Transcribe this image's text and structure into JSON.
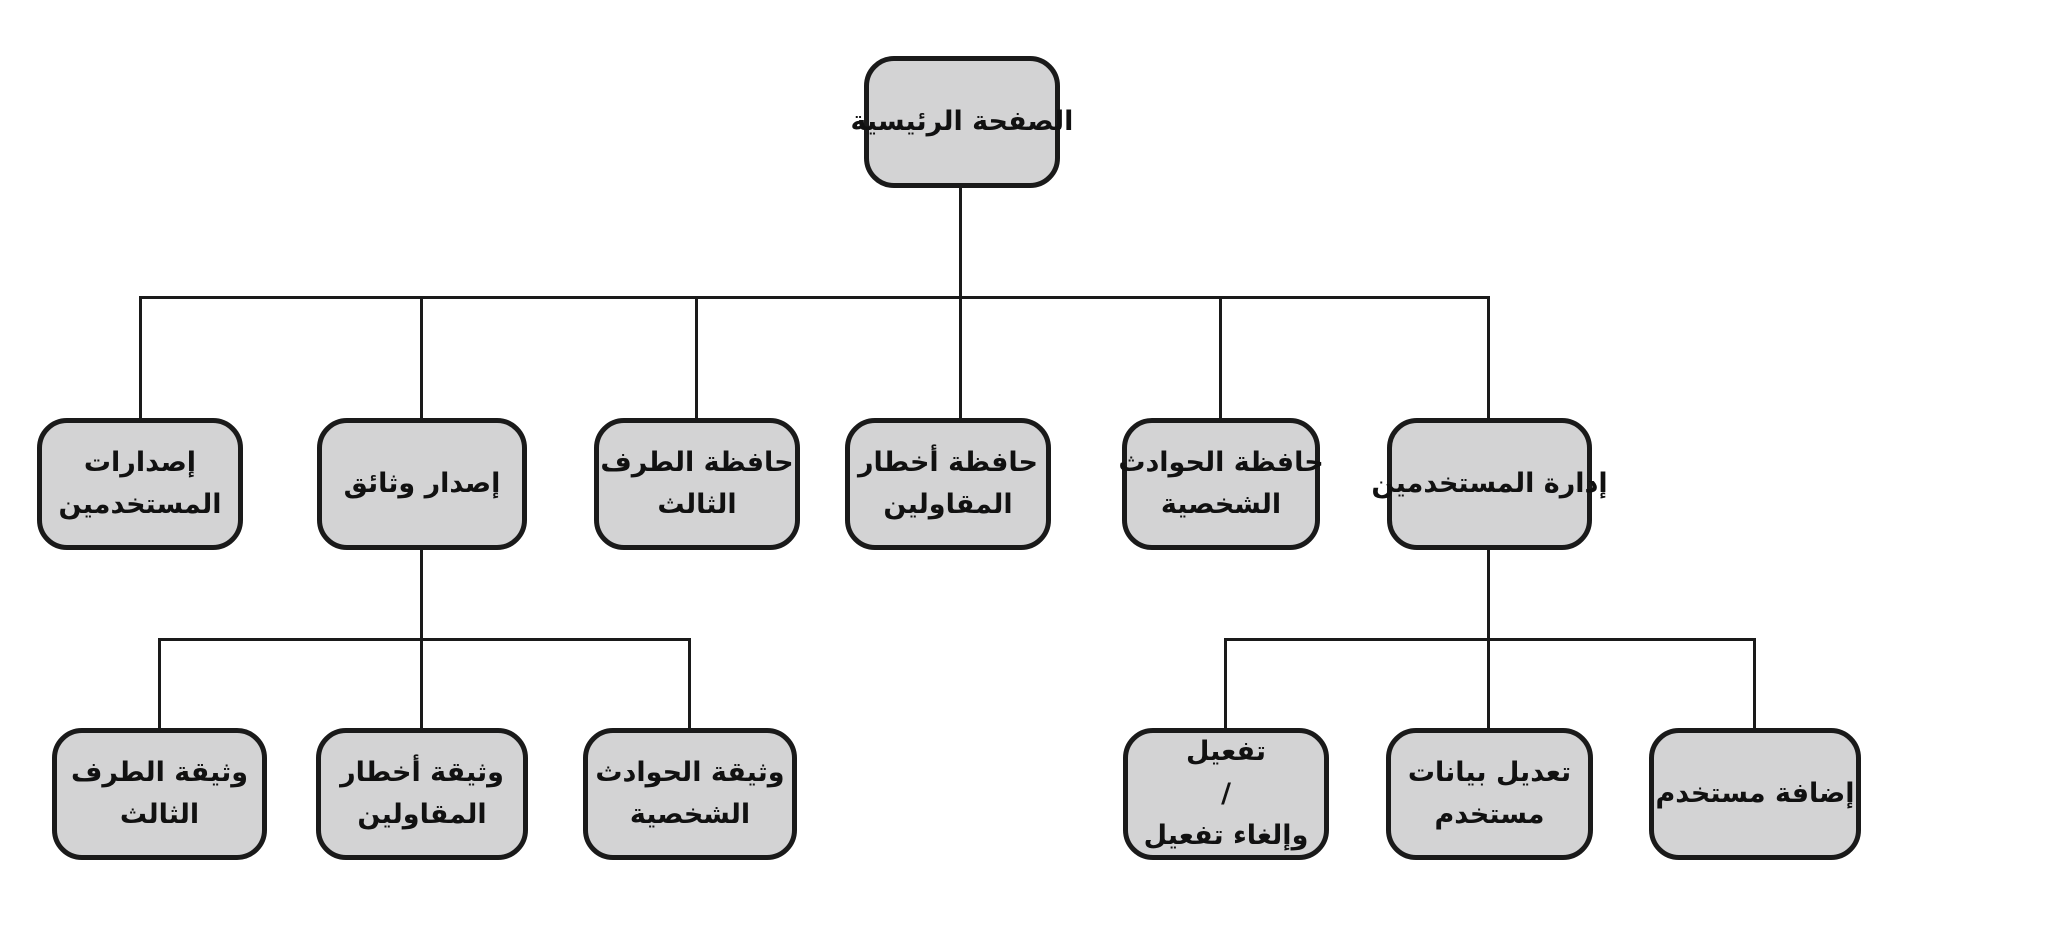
{
  "diagram": {
    "title_none_visible": "",
    "language": "Arabic",
    "type": "site-map-flowchart",
    "nodes": {
      "home_page": {
        "label": "الصفحة الرئيسية"
      },
      "user_issuances": {
        "label": "إصدارات\nالمستخدمين"
      },
      "issue_documents": {
        "label": "إصدار وثائق"
      },
      "third_party_portfolio": {
        "label": "حافظة الطرف\nالثالث"
      },
      "contractor_risks_portfolio": {
        "label": "حافظة أخطار\nالمقاولين"
      },
      "personal_accidents_portfolio": {
        "label": "حافظة الحوادث\nالشخصية"
      },
      "user_management": {
        "label": "إدارة المستخدمين"
      },
      "third_party_policy": {
        "label": "وثيقة الطرف\nالثالث"
      },
      "contractor_risks_policy": {
        "label": "وثيقة أخطار\nالمقاولين"
      },
      "personal_accidents_policy": {
        "label": "وثيقة الحوادث\nالشخصية"
      },
      "activate_deactivate": {
        "label": "تفعيل\n/\nوإلغاء تفعيل"
      },
      "edit_user_data": {
        "label": "تعديل بيانات\nمستخدم"
      },
      "add_user": {
        "label": "إضافة مستخدم"
      }
    },
    "hierarchy": {
      "home_page": [
        "user_issuances",
        "issue_documents",
        "third_party_portfolio",
        "contractor_risks_portfolio",
        "personal_accidents_portfolio",
        "user_management"
      ],
      "issue_documents": [
        "third_party_policy",
        "contractor_risks_policy",
        "personal_accidents_policy"
      ],
      "user_management": [
        "activate_deactivate",
        "edit_user_data",
        "add_user"
      ]
    },
    "colors": {
      "background": "#ffffff",
      "node_fill": "#d3d3d4",
      "node_border": "#1a1a1a",
      "connector": "#1a1a1a",
      "text": "#111111"
    }
  }
}
